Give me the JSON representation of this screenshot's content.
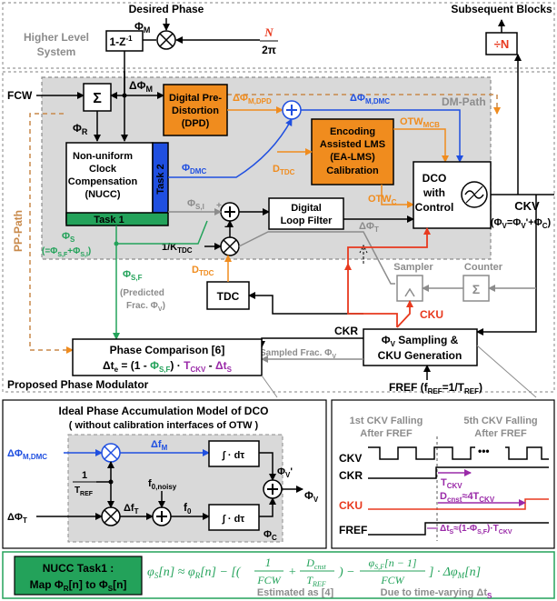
{
  "top": {
    "desired_phase": "Desired Phase",
    "subsequent_blocks": "Subsequent Blocks",
    "higher_level_1": "Higher Level",
    "higher_level_2": "System",
    "phi_m": "Φ",
    "phi_m_sub": "M",
    "diff_block": "1-Z",
    "diff_block_sup": "-1",
    "n_num": "N",
    "n_den": "2π",
    "div_n": "÷N"
  },
  "main": {
    "fcw": "FCW",
    "sigma": "Σ",
    "delta_phi_m": "ΔΦ",
    "delta_phi_m_sub": "M",
    "phi_r": "Φ",
    "phi_r_sub": "R",
    "dpd_1": "Digital Pre-",
    "dpd_2": "Distortion",
    "dpd_3": "(DPD)",
    "dm_path": "DM-Path",
    "pp_path": "PP-Path",
    "dphi_m_dpd": "ΔΦ",
    "dphi_m_dpd_sub": "M,DPD",
    "dphi_m_dmc": "ΔΦ",
    "dphi_m_dmc_sub": "M,DMC",
    "nucc_1": "Non-uniform",
    "nucc_2": "Clock",
    "nucc_3": "Compensation",
    "nucc_4": "(NUCC)",
    "task2": "Task 2",
    "task1": "Task 1",
    "phi_dmc": "Φ",
    "phi_dmc_sub": "DMC",
    "ea_1": "Encoding",
    "ea_2": "Assisted LMS",
    "ea_3": "(EA-LMS)",
    "ea_4": "Calibration",
    "otw_mcb": "OTW",
    "otw_mcb_sub": "MCB",
    "d_tdc": "D",
    "d_tdc_sub": "TDC",
    "otw_c": "OTW",
    "otw_c_sub": "C",
    "dco_1": "DCO",
    "dco_2": "with",
    "dco_3": "Control",
    "ckv": "CKV",
    "ckv_eq": "(Φ",
    "phi_si": "Φ",
    "phi_si_sub": "S,I",
    "dlf_1": "Digital",
    "dlf_2": "Loop Filter",
    "dphi_t": "ΔΦ",
    "dphi_t_sub": "T",
    "phi_s": "Φ",
    "phi_s_sub": "S",
    "phi_s_eq": "(=Φ",
    "one_k": "1/K",
    "one_k_sub": "TDC",
    "d_tdc2": "D",
    "d_tdc2_sub": "TDC",
    "phi_sf": "Φ",
    "phi_sf_sub": "S,F",
    "pred_1": "(Predicted",
    "pred_2": "Frac. Φ",
    "tdc": "TDC",
    "sampler": "Sampler",
    "counter": "Counter",
    "cku": "CKU",
    "ckr": "CKR",
    "phv_1": "Φ",
    "phv_2": "Sampling &",
    "phv_3": "CKU Generation",
    "sampled_frac": "Sampled Frac. Φ",
    "pc_title": "Phase Comparison [6]",
    "pc_eq": "Δt",
    "fref": "FREF (f",
    "proposed": "Proposed Phase Modulator"
  },
  "ideal": {
    "title_1": "Ideal Phase Accumulation Model of DCO",
    "title_2": "( without calibration interfaces of OTW )",
    "in_dmc": "ΔΦ",
    "in_dmc_sub": "M,DMC",
    "delta_fm": "Δf",
    "delta_fm_sub": "M",
    "integ": "∫ · dτ",
    "one_tref_num": "1",
    "one_tref_den": "T",
    "f0_noisy": "f",
    "delta_ft": "Δf",
    "delta_phi_t": "ΔΦ",
    "f0": "f",
    "phi_v_prime": "Φ",
    "phi_v": "Φ",
    "phi_c": "Φ"
  },
  "timing": {
    "title_1": "1st CKV Falling",
    "title_1b": "After FREF",
    "title_2": "5th CKV Falling",
    "title_2b": "After FREF",
    "row_ckv": "CKV",
    "row_ckr": "CKR",
    "row_cku": "CKU",
    "row_fref": "FREF",
    "t_ckv": "T",
    "d_cnst": "D",
    "dts": "Δt"
  },
  "bottom": {
    "task_1": "NUCC Task1 :",
    "task_2": "Map Φ",
    "estimated": "Estimated as [4]",
    "due": "Due to time-varying Δt"
  },
  "colors": {
    "blue": "#1f4fe0",
    "orange": "#f08c1e",
    "green": "#23a25a",
    "red": "#e8391e",
    "purple": "#9a2aa8",
    "gray": "#8c8c8c",
    "region": "#d9d9d9"
  }
}
